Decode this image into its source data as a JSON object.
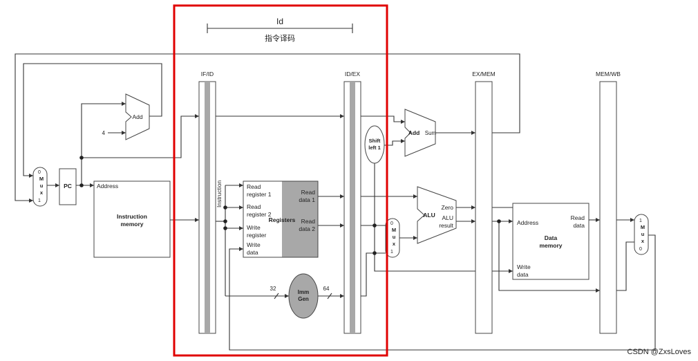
{
  "stage": {
    "title": "Id",
    "subtitle": "指令译码"
  },
  "pipeline_registers": {
    "if_id": "IF/ID",
    "id_ex": "ID/EX",
    "ex_mem": "EX/MEM",
    "mem_wb": "MEM/WB"
  },
  "pc": "PC",
  "mux": {
    "m": "M",
    "u": "u",
    "x": "x",
    "zero": "0",
    "one": "1"
  },
  "add": "Add",
  "add_sum": "Sum",
  "const_four": "4",
  "imem": {
    "address": "Address",
    "line1": "Instruction",
    "line2": "memory"
  },
  "instruction_label": "Instruction",
  "registers": {
    "title": "Registers",
    "read_register_1": [
      "Read",
      "register 1"
    ],
    "read_register_2": [
      "Read",
      "register 2"
    ],
    "write_register": [
      "Write",
      "register"
    ],
    "write_data": [
      "Write",
      "data"
    ],
    "read_data_1": [
      "Read",
      "data 1"
    ],
    "read_data_2": [
      "Read",
      "data 2"
    ]
  },
  "shift": [
    "Shift",
    "left 1"
  ],
  "alu": {
    "label": "ALU",
    "zero": "Zero",
    "result": [
      "ALU",
      "result"
    ]
  },
  "imm_gen": [
    "Imm",
    "Gen"
  ],
  "bus_widths": {
    "input": "32",
    "output": "64"
  },
  "dmem": {
    "address": "Address",
    "read_data": [
      "Read",
      "data"
    ],
    "write_data": [
      "Write",
      "data"
    ],
    "title": [
      "Data",
      "memory"
    ]
  },
  "watermark": "CSDN @ZxsLoves",
  "colors": {
    "highlight": "#e00000",
    "line": "#333333",
    "register_shade": "#a8a8a8"
  }
}
